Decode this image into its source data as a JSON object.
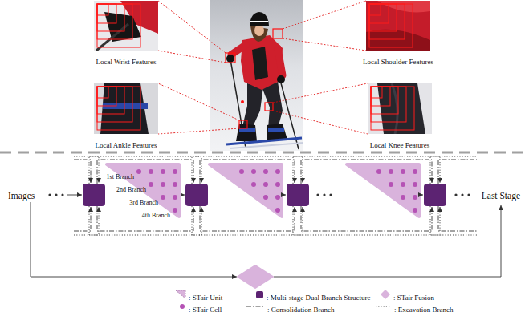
{
  "diagram": {
    "nodes": [
      {
        "text": [
          "Local Wrist Features"
        ]
      },
      {
        "text": [
          "Local Shoulder Features"
        ]
      },
      {
        "text": [
          "Local Ankle Features"
        ]
      },
      {
        "text": [
          "Local Knee Features"
        ]
      },
      {
        "text": [
          "1st Branch",
          "2nd Branch",
          "3rd Branch",
          "4th Branch"
        ]
      }
    ],
    "labels": [
      "Images",
      "Last Stage"
    ],
    "legend": [
      {
        "text": ": STair Unit"
      },
      {
        "text": ": Multi-stage Dual Branch Structure",
        "color": "#5c2372"
      },
      {
        "text": ": STair Fusion"
      },
      {
        "text": ": STair Cell"
      },
      {
        "text": ": Consolidation Branch"
      },
      {
        "text": ": Excavation Branch"
      }
    ]
  }
}
